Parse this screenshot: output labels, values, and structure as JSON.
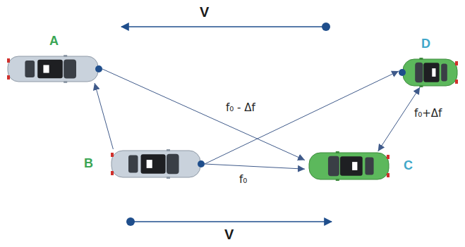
{
  "diagram": {
    "nodes": [
      {
        "text": [
          "A"
        ]
      },
      {
        "text": [
          "D"
        ]
      },
      {
        "text": [
          "B"
        ]
      },
      {
        "text": [
          "C"
        ]
      }
    ],
    "edges": [
      {
        "from": 2,
        "to": 0,
        "arrow": "to"
      },
      {
        "from": 0,
        "to": 3,
        "arrow": "to",
        "label": "f₀ - Δf"
      },
      {
        "from": 2,
        "to": 1,
        "arrow": "to"
      },
      {
        "from": 2,
        "to": 3,
        "arrow": "to",
        "label": "f₀"
      },
      {
        "from": 1,
        "to": 3,
        "arrow": "both",
        "label": "f₀+Δf"
      }
    ],
    "labels": [
      "V",
      "V"
    ]
  }
}
